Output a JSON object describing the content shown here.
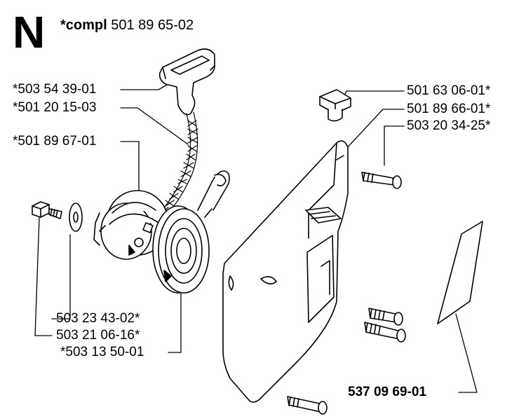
{
  "header": {
    "section_letter": "N",
    "compl_prefix": "*compl",
    "compl_number": "501 89 65-02"
  },
  "callouts": {
    "handle": "*503 54 39-01",
    "rope": "*501 20 15-03",
    "pulley": "*501 89 67-01",
    "washer": "503 23 43-02*",
    "screw_small": "503 21 06-16*",
    "spring": "*503 13 50-01",
    "grommet": "501 63 06-01*",
    "cover": "501 89 66-01*",
    "screw_cover": "503 20 34-25*",
    "decal": "537 09 69-01"
  }
}
